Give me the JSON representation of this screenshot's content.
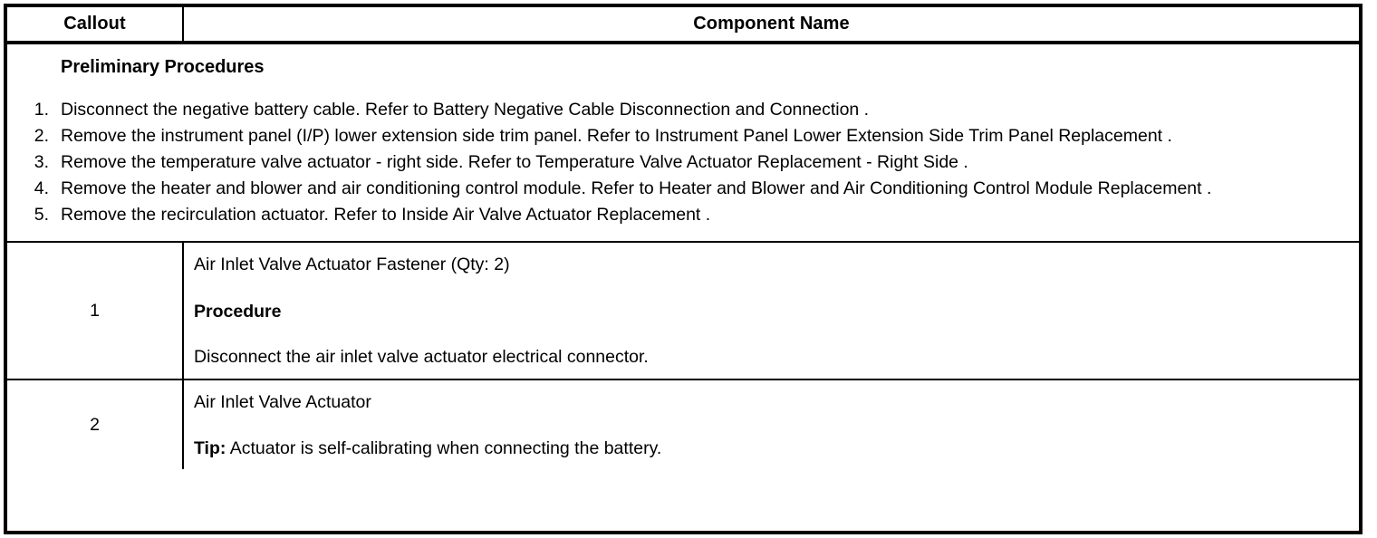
{
  "table": {
    "headers": {
      "callout": "Callout",
      "component_name": "Component Name"
    },
    "preliminary": {
      "title": "Preliminary Procedures",
      "steps": [
        {
          "number": "1.",
          "text": "Disconnect the negative battery cable. Refer to Battery Negative Cable Disconnection and Connection ."
        },
        {
          "number": "2.",
          "text": "Remove the instrument panel (I/P) lower extension side trim panel. Refer to Instrument Panel Lower Extension Side Trim Panel Replacement ."
        },
        {
          "number": "3.",
          "text": "Remove the temperature valve actuator - right side. Refer to Temperature Valve Actuator Replacement - Right Side ."
        },
        {
          "number": "4.",
          "text": "Remove the heater and blower and air conditioning control module. Refer to Heater and Blower and Air Conditioning Control Module Replacement ."
        },
        {
          "number": "5.",
          "text": "Remove the recirculation actuator. Refer to Inside Air Valve Actuator Replacement ."
        }
      ]
    },
    "rows": [
      {
        "callout": "1",
        "component": "Air Inlet Valve Actuator Fastener (Qty: 2)",
        "sub_heading": "Procedure",
        "detail": "Disconnect the air inlet valve actuator electrical connector."
      },
      {
        "callout": "2",
        "component": "Air Inlet Valve Actuator",
        "tip_label": "Tip:",
        "tip_text": " Actuator is self-calibrating when connecting the battery."
      }
    ]
  },
  "colors": {
    "border": "#000000",
    "text": "#000000",
    "background": "#ffffff"
  }
}
